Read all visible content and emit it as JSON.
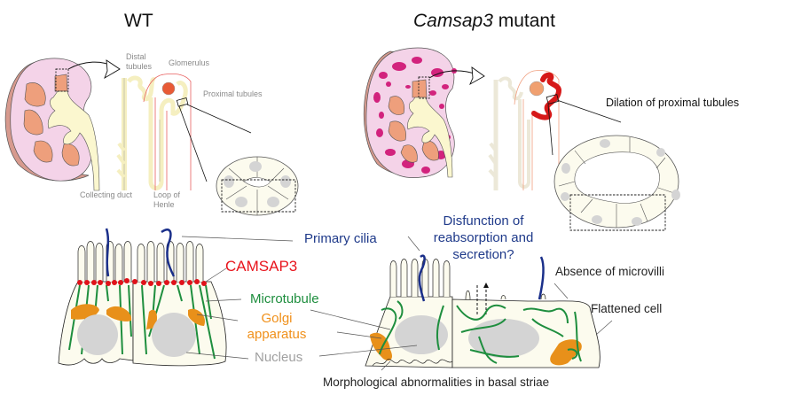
{
  "panels": {
    "wt": {
      "title": "WT",
      "labels": {
        "distal_tubules_1": "Distal",
        "distal_tubules_2": "tubules",
        "glomerulus": "Glomerulus",
        "proximal_tubules": "Proximal tubules",
        "collecting_duct": "Collecting duct",
        "loop_of_henle_1": "Loop of",
        "loop_of_henle_2": "Henle"
      }
    },
    "mutant": {
      "title_italic": "Camsap3",
      "title_rest": " mutant",
      "labels": {
        "dilation": "Dilation of proximal tubules"
      }
    }
  },
  "cell_labels": {
    "primary_cilia": "Primary cilia",
    "camsap3": "CAMSAP3",
    "microtubule": "Microtubule",
    "golgi_1": "Golgi",
    "golgi_2": "apparatus",
    "nucleus": "Nucleus",
    "disfunction_1": "Disfunction of",
    "disfunction_2": "reabsorption and",
    "disfunction_3": "secretion?",
    "absence_microvilli": "Absence of microvilli",
    "flattened_cell": "Flattened cell",
    "basal_striae": "Morphological abnormalities in basal striae"
  },
  "colors": {
    "kidney_cortex": "#f4d3e8",
    "kidney_medulla": "#ee9f7c",
    "kidney_pelvis": "#fbf7cf",
    "cyst": "#d2237d",
    "dilated_tubule": "#d61818",
    "cilia": "#1a2f8a",
    "camsap3_dot": "#e0121a",
    "microtubule": "#1e8e3e",
    "golgi": "#e8901a",
    "nucleus": "#d4d4d4",
    "cell_fill": "#fcfbee"
  }
}
